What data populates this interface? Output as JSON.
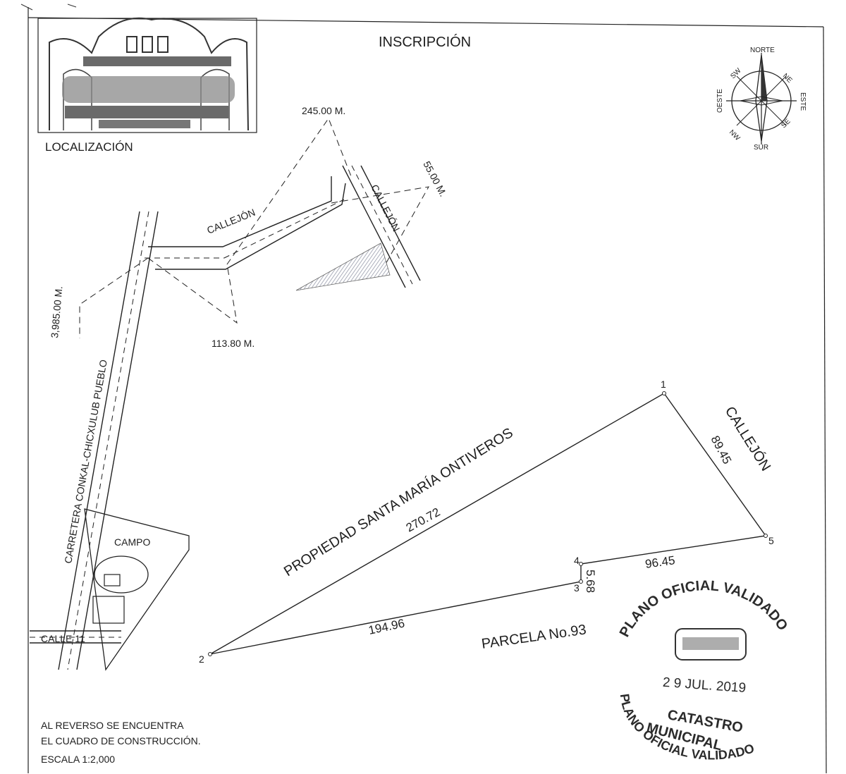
{
  "title": {
    "inscripcion": "INSCRIPCIÓN",
    "localizacion": "LOCALIZACIÓN"
  },
  "location_sketch": {
    "street_callejon_1": "CALLEJÓN",
    "street_callejon_2": "CALLEJÓN",
    "highway": "CARRETERA CONKAL-CHICXULUB PUEBLO",
    "street_calle_11": "CALLE 11",
    "campo": "CAMPO",
    "distances": [
      "245.00 M.",
      "55.00 M.",
      "3,985.00 M.",
      "113.80 M."
    ]
  },
  "compass": {
    "north": "NORTE",
    "south": "SUR",
    "east": "ESTE",
    "west": "OESTE",
    "ne": "NE",
    "nw": "NW",
    "se": "SE",
    "sw": "SW"
  },
  "parcel": {
    "vertices": [
      "1",
      "2",
      "3",
      "4",
      "5"
    ],
    "sides": {
      "side_1_2": "270.72",
      "side_1_5": "89.45",
      "side_5_4": "96.45",
      "side_4_3": "5.68",
      "side_3_2": "194.96"
    },
    "neighbor_north": "PROPIEDAD SANTA MARÍA ONTIVEROS",
    "neighbor_south": "PARCELA No.93",
    "neighbor_east": "CALLEJÓN"
  },
  "stamp": {
    "line_top": "PLANO OFICIAL VALIDADO",
    "date": "2 9  JUL. 2019",
    "line_catastro": "CATASTRO",
    "line_municipal": "MUNICIPAL",
    "line_bottom": "PLANO OFICIAL VALIDADO"
  },
  "notes": {
    "reverse_line1": "AL REVERSO SE ENCUENTRA",
    "reverse_line2": "EL CUADRO DE CONSTRUCCIÓN.",
    "scale": "ESCALA 1:2,000"
  }
}
